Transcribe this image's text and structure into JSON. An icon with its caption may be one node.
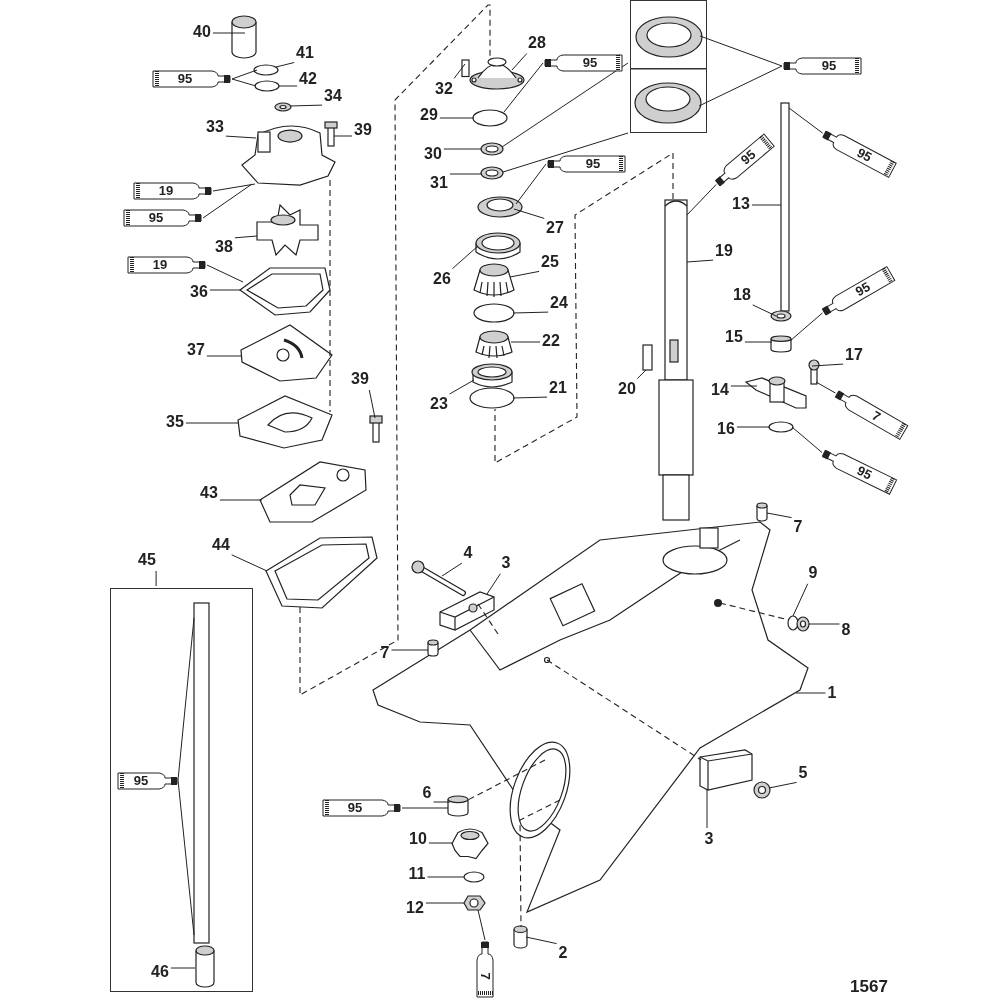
{
  "diagram": {
    "nodes": [
      {
        "text": [
          "40"
        ]
      },
      {
        "text": [
          "41"
        ]
      },
      {
        "text": [
          "42"
        ]
      },
      {
        "text": [
          "95"
        ]
      },
      {
        "text": [
          "34"
        ]
      },
      {
        "text": [
          "33"
        ]
      },
      {
        "text": [
          "39"
        ]
      },
      {
        "text": [
          "19"
        ]
      },
      {
        "text": [
          "95"
        ]
      },
      {
        "text": [
          "38"
        ]
      },
      {
        "text": [
          "19"
        ]
      },
      {
        "text": [
          "36"
        ]
      },
      {
        "text": [
          "37"
        ]
      },
      {
        "text": [
          "39"
        ]
      },
      {
        "text": [
          "35"
        ]
      },
      {
        "text": [
          "43"
        ]
      },
      {
        "text": [
          "44"
        ]
      },
      {
        "text": [
          "28"
        ]
      },
      {
        "text": [
          "32"
        ]
      },
      {
        "text": [
          "29"
        ]
      },
      {
        "text": [
          "95"
        ]
      },
      {
        "text": [
          "30"
        ]
      },
      {
        "text": [
          "31"
        ]
      },
      {
        "text": [
          "95"
        ]
      },
      {
        "text": [
          "27"
        ]
      },
      {
        "text": [
          "26"
        ]
      },
      {
        "text": [
          "25"
        ]
      },
      {
        "text": [
          "24"
        ]
      },
      {
        "text": [
          "22"
        ]
      },
      {
        "text": [
          "23"
        ]
      },
      {
        "text": [
          "21"
        ]
      },
      {
        "text": [],
        "shape": "box"
      },
      {
        "text": [
          "95"
        ]
      },
      {
        "text": [
          "95"
        ]
      },
      {
        "text": [
          "19"
        ]
      },
      {
        "text": [
          "95"
        ]
      },
      {
        "text": [
          "13"
        ]
      },
      {
        "text": [
          "18"
        ]
      },
      {
        "text": [
          "15"
        ]
      },
      {
        "text": [
          "95"
        ]
      },
      {
        "text": [
          "17"
        ]
      },
      {
        "text": [
          "14"
        ]
      },
      {
        "text": [
          "7"
        ]
      },
      {
        "text": [
          "20"
        ]
      },
      {
        "text": [
          "16"
        ]
      },
      {
        "text": [
          "95"
        ]
      },
      {
        "text": [
          "7"
        ]
      },
      {
        "text": [
          "9"
        ]
      },
      {
        "text": [
          "8"
        ]
      },
      {
        "text": [
          "4"
        ]
      },
      {
        "text": [
          "3"
        ]
      },
      {
        "text": [
          "7"
        ]
      },
      {
        "text": [
          "1"
        ]
      },
      {
        "text": [
          "45"
        ]
      },
      {
        "text": [],
        "shape": "box"
      },
      {
        "text": [
          "95"
        ],
        "in": 54
      },
      {
        "text": [
          "46"
        ],
        "in": 54
      },
      {
        "text": [
          "6"
        ]
      },
      {
        "text": [
          "95"
        ]
      },
      {
        "text": [
          "5"
        ]
      },
      {
        "text": [
          "3"
        ]
      },
      {
        "text": [
          "10"
        ]
      },
      {
        "text": [
          "11"
        ]
      },
      {
        "text": [
          "12"
        ]
      },
      {
        "text": [
          "7"
        ]
      },
      {
        "text": [
          "2"
        ]
      },
      {
        "text": [],
        "shape": "cylinder"
      },
      {
        "text": [],
        "shape": "circle"
      },
      {
        "text": [],
        "shape": "circle"
      },
      {
        "text": [],
        "shape": "picture"
      },
      {
        "text": [],
        "shape": "picture"
      },
      {
        "text": [],
        "shape": "picture"
      },
      {
        "text": [],
        "shape": "picture"
      },
      {
        "text": [],
        "shape": "picture"
      },
      {
        "text": [],
        "shape": "picture"
      },
      {
        "text": [],
        "shape": "picture"
      },
      {
        "text": [],
        "shape": "picture"
      },
      {
        "text": [],
        "shape": "picture"
      },
      {
        "text": [],
        "shape": "picture"
      },
      {
        "text": [],
        "shape": "picture"
      },
      {
        "text": [],
        "shape": "box"
      },
      {
        "text": [],
        "shape": "circle"
      },
      {
        "text": [],
        "shape": "picture"
      },
      {
        "text": [],
        "shape": "picture"
      },
      {
        "text": [],
        "shape": "picture"
      },
      {
        "text": [],
        "shape": "picture"
      },
      {
        "text": [],
        "shape": "picture"
      },
      {
        "text": [],
        "shape": "circle"
      },
      {
        "text": [],
        "shape": "picture"
      },
      {
        "text": [],
        "shape": "picture"
      },
      {
        "text": [],
        "shape": "circle"
      },
      {
        "text": [],
        "shape": "picture",
        "in": 31
      },
      {
        "text": [],
        "shape": "picture",
        "in": 31
      },
      {
        "text": [],
        "shape": "picture"
      },
      {
        "text": [],
        "shape": "box"
      },
      {
        "text": [],
        "shape": "picture"
      },
      {
        "text": [],
        "shape": "cylinder"
      },
      {
        "text": [],
        "shape": "picture"
      },
      {
        "text": [],
        "shape": "picture"
      },
      {
        "text": [],
        "shape": "box"
      },
      {
        "text": [],
        "shape": "circle"
      },
      {
        "text": [],
        "shape": "cylinder"
      },
      {
        "text": [],
        "shape": "circle"
      },
      {
        "text": [],
        "shape": "picture"
      },
      {
        "text": [],
        "shape": "picture"
      },
      {
        "text": [],
        "shape": "picture"
      },
      {
        "text": [],
        "shape": "cylinder"
      },
      {
        "text": [],
        "shape": "picture"
      },
      {
        "text": [],
        "shape": "box",
        "in": 54
      },
      {
        "text": [],
        "shape": "cylinder",
        "in": 54
      },
      {
        "text": [],
        "shape": "cylinder"
      },
      {
        "text": [],
        "shape": "picture"
      },
      {
        "text": [],
        "shape": "picture"
      },
      {
        "text": [],
        "shape": "picture"
      },
      {
        "text": [],
        "shape": "circle"
      },
      {
        "text": [],
        "shape": "picture"
      },
      {
        "text": [],
        "shape": "cylinder"
      }
    ],
    "edges": [
      {
        "from": 0,
        "to": 66,
        "arrow": "none"
      },
      {
        "from": 1,
        "to": 67,
        "arrow": "none"
      },
      {
        "from": 2,
        "to": 68,
        "arrow": "none"
      },
      {
        "from": 3,
        "to": 67,
        "arrow": "none"
      },
      {
        "from": 3,
        "to": 68,
        "arrow": "none"
      },
      {
        "from": 4,
        "to": 69,
        "arrow": "none"
      },
      {
        "from": 5,
        "to": 70,
        "arrow": "none"
      },
      {
        "from": 6,
        "to": 71,
        "arrow": "none"
      },
      {
        "from": 7,
        "to": 70,
        "arrow": "none"
      },
      {
        "from": 8,
        "to": 70,
        "arrow": "none"
      },
      {
        "from": 9,
        "to": 72,
        "arrow": "none"
      },
      {
        "from": 10,
        "to": 73,
        "arrow": "none"
      },
      {
        "from": 11,
        "to": 73,
        "arrow": "none"
      },
      {
        "from": 12,
        "to": 74,
        "arrow": "none"
      },
      {
        "from": 13,
        "to": 75,
        "arrow": "none"
      },
      {
        "from": 14,
        "to": 76,
        "arrow": "none"
      },
      {
        "from": 15,
        "to": 77,
        "arrow": "none"
      },
      {
        "from": 16,
        "to": 78,
        "arrow": "none"
      },
      {
        "from": 17,
        "to": 79,
        "arrow": "none"
      },
      {
        "from": 18,
        "to": 80,
        "arrow": "none"
      },
      {
        "from": 19,
        "to": 81,
        "arrow": "none"
      },
      {
        "from": 20,
        "to": 81,
        "arrow": "none"
      },
      {
        "from": 21,
        "to": 82,
        "arrow": "none"
      },
      {
        "from": 22,
        "to": 83,
        "arrow": "none"
      },
      {
        "from": 23,
        "to": 84,
        "arrow": "none"
      },
      {
        "from": 24,
        "to": 84,
        "arrow": "none"
      },
      {
        "from": 25,
        "to": 85,
        "arrow": "none"
      },
      {
        "from": 26,
        "to": 86,
        "arrow": "none"
      },
      {
        "from": 27,
        "to": 87,
        "arrow": "none"
      },
      {
        "from": 28,
        "to": 88,
        "arrow": "none"
      },
      {
        "from": 29,
        "to": 89,
        "arrow": "none"
      },
      {
        "from": 30,
        "to": 90,
        "arrow": "none"
      },
      {
        "from": 31,
        "to": 82,
        "arrow": "none"
      },
      {
        "from": 31,
        "to": 83,
        "arrow": "none"
      },
      {
        "from": 32,
        "to": 91,
        "arrow": "none"
      },
      {
        "from": 32,
        "to": 92,
        "arrow": "none"
      },
      {
        "from": 33,
        "to": 93,
        "arrow": "none"
      },
      {
        "from": 34,
        "to": 93,
        "arrow": "none"
      },
      {
        "from": 35,
        "to": 94,
        "arrow": "none"
      },
      {
        "from": 36,
        "to": 94,
        "arrow": "none"
      },
      {
        "from": 37,
        "to": 95,
        "arrow": "none"
      },
      {
        "from": 38,
        "to": 96,
        "arrow": "none"
      },
      {
        "from": 39,
        "to": 96,
        "arrow": "none"
      },
      {
        "from": 40,
        "to": 97,
        "arrow": "none"
      },
      {
        "from": 41,
        "to": 98,
        "arrow": "none"
      },
      {
        "from": 42,
        "to": 97,
        "arrow": "none"
      },
      {
        "from": 43,
        "to": 99,
        "arrow": "none"
      },
      {
        "from": 44,
        "to": 100,
        "arrow": "none"
      },
      {
        "from": 45,
        "to": 100,
        "arrow": "none"
      },
      {
        "from": 46,
        "to": 101,
        "arrow": "none"
      },
      {
        "from": 47,
        "to": 102,
        "arrow": "none"
      },
      {
        "from": 48,
        "to": 103,
        "arrow": "none"
      },
      {
        "from": 49,
        "to": 104,
        "arrow": "none"
      },
      {
        "from": 50,
        "to": 105,
        "arrow": "none"
      },
      {
        "from": 51,
        "to": 106,
        "arrow": "none"
      },
      {
        "from": 52,
        "to": 107,
        "arrow": "none"
      },
      {
        "from": 53,
        "to": 54,
        "arrow": "none"
      },
      {
        "from": 55,
        "to": 108,
        "arrow": "none"
      },
      {
        "from": 55,
        "to": 108,
        "arrow": "none"
      },
      {
        "from": 56,
        "to": 109,
        "arrow": "none"
      },
      {
        "from": 57,
        "to": 110,
        "arrow": "none"
      },
      {
        "from": 58,
        "to": 110,
        "arrow": "none"
      },
      {
        "from": 59,
        "to": 111,
        "arrow": "none"
      },
      {
        "from": 60,
        "to": 112,
        "arrow": "none"
      },
      {
        "from": 61,
        "to": 113,
        "arrow": "none"
      },
      {
        "from": 62,
        "to": 114,
        "arrow": "none"
      },
      {
        "from": 63,
        "to": 115,
        "arrow": "none"
      },
      {
        "from": 64,
        "to": 115,
        "arrow": "none"
      },
      {
        "from": 65,
        "to": 116,
        "arrow": "none"
      },
      {
        "from": 78,
        "to": 79,
        "arrow": "none",
        "style": "dashed"
      },
      {
        "from": 70,
        "to": 76,
        "arrow": "none",
        "style": "dashed"
      },
      {
        "from": 93,
        "to": 90,
        "arrow": "none",
        "style": "dashed"
      },
      {
        "from": 105,
        "to": 107,
        "arrow": "none",
        "style": "dashed"
      },
      {
        "from": 107,
        "to": 112,
        "arrow": "none",
        "style": "dashed"
      },
      {
        "from": 107,
        "to": 110,
        "arrow": "none",
        "style": "dashed"
      },
      {
        "from": 107,
        "to": 116,
        "arrow": "none",
        "style": "dashed"
      },
      {
        "from": 107,
        "to": 102,
        "arrow": "none",
        "style": "dashed"
      }
    ],
    "labels": [
      "1567"
    ]
  }
}
